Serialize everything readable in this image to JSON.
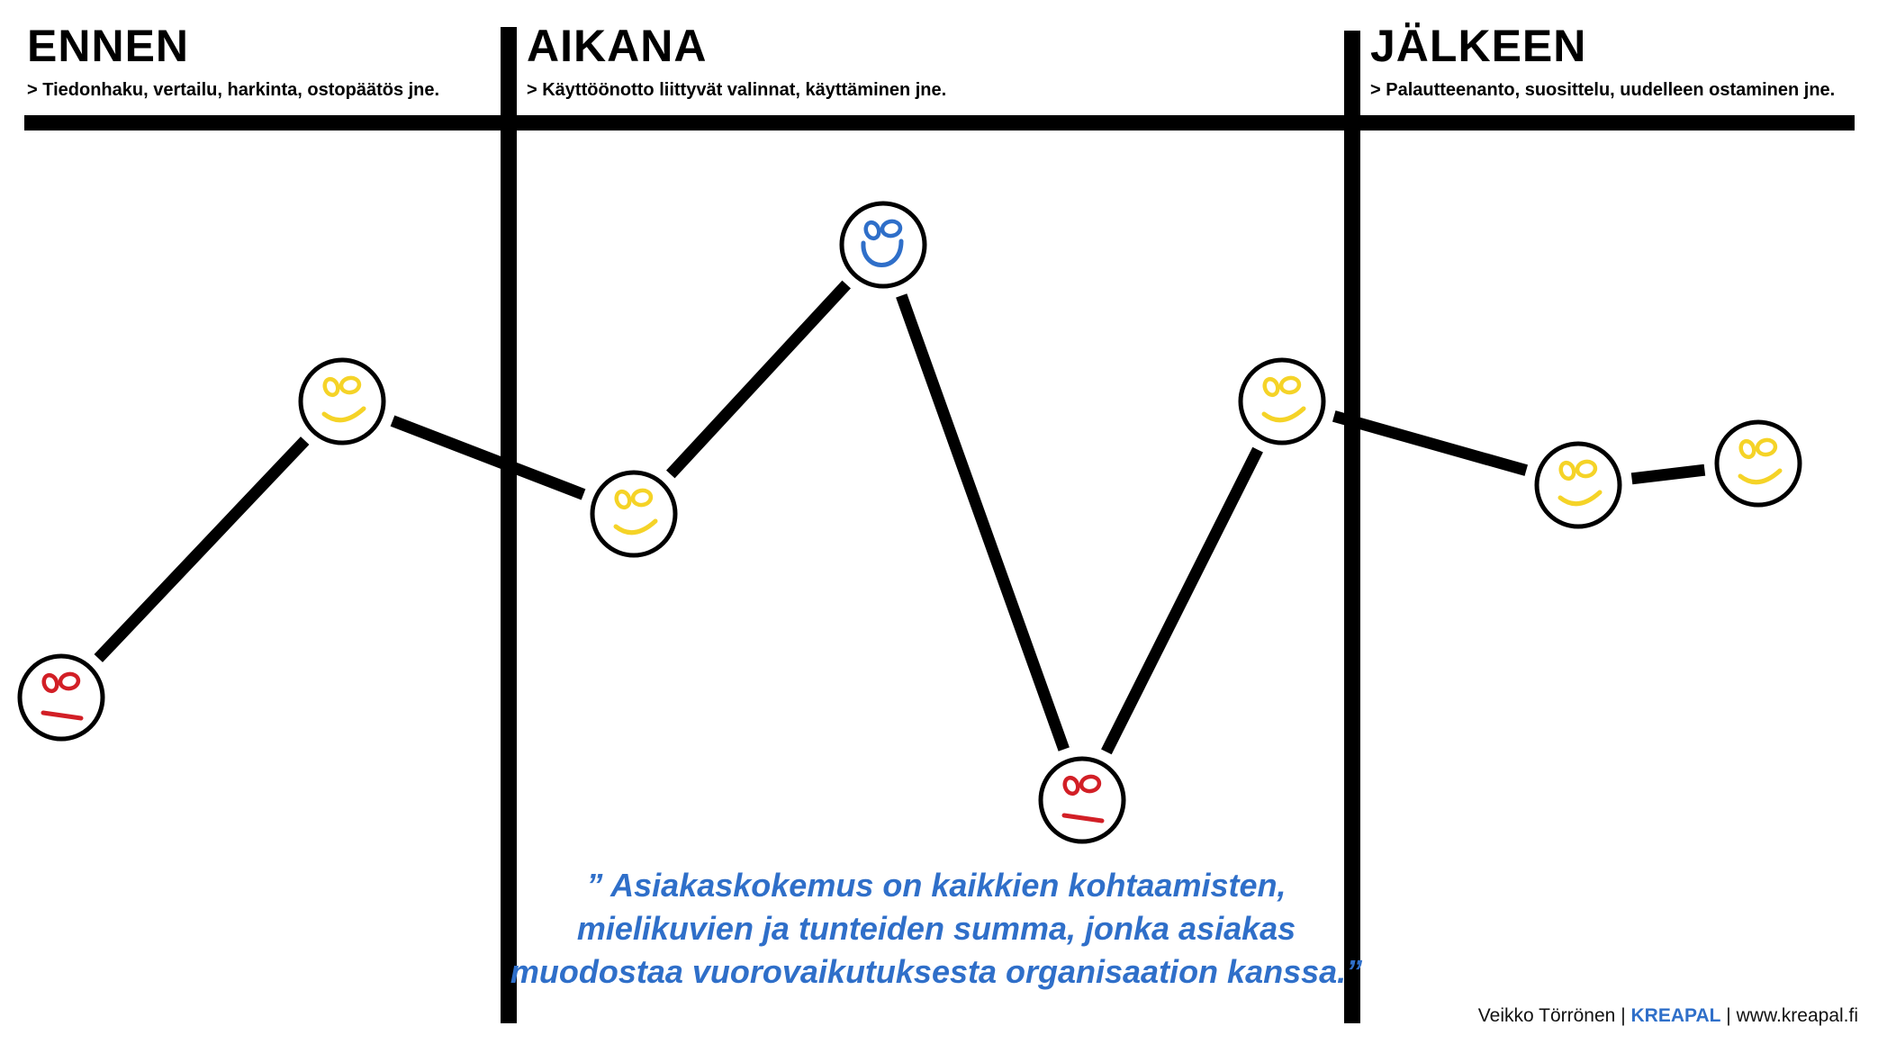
{
  "phases": [
    {
      "title": "ENNEN",
      "subtitle": "> Tiedonhaku, vertailu, harkinta, ostopäätös jne."
    },
    {
      "title": "AIKANA",
      "subtitle": "> Käyttöönotto liittyvät valinnat, käyttäminen jne."
    },
    {
      "title": "JÄLKEEN",
      "subtitle": "> Palautteenanto, suosittelu, uudelleen ostaminen jne."
    }
  ],
  "mood_colors": {
    "happy": "#f5d327",
    "very-happy": "#2f6fc9",
    "sad": "#d21f26"
  },
  "journey": [
    {
      "mood": "sad"
    },
    {
      "mood": "happy"
    },
    {
      "mood": "happy"
    },
    {
      "mood": "very-happy"
    },
    {
      "mood": "sad"
    },
    {
      "mood": "happy"
    },
    {
      "mood": "happy"
    },
    {
      "mood": "happy"
    }
  ],
  "quote": "” Asiakaskokemus on kaikkien kohtaamisten, mielikuvien ja tunteiden summa, jonka asiakas muodostaa vuorovaikutuksesta organisaation kanssa.”",
  "footer": {
    "author": "Veikko Törrönen",
    "separator": "|",
    "brand": "KREAPAL",
    "url": "www.kreapal.fi"
  }
}
